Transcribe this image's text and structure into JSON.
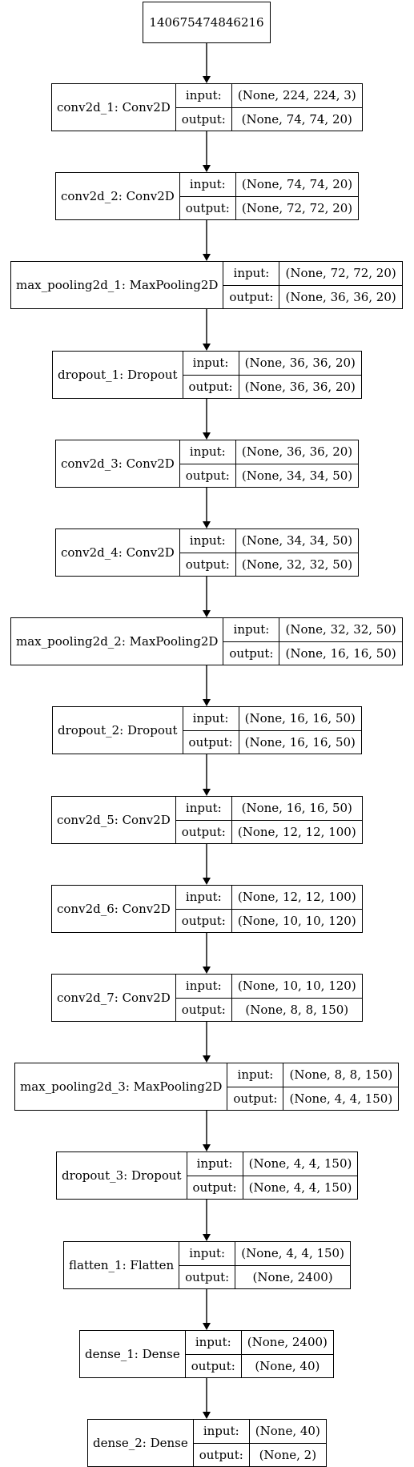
{
  "root_label": "140675474846216",
  "port_labels": {
    "input": "input:",
    "output": "output:"
  },
  "layers": [
    {
      "name": "conv2d_1: Conv2D",
      "input": "(None, 224, 224, 3)",
      "output": "(None, 74, 74, 20)"
    },
    {
      "name": "conv2d_2: Conv2D",
      "input": "(None, 74, 74, 20)",
      "output": "(None, 72, 72, 20)"
    },
    {
      "name": "max_pooling2d_1: MaxPooling2D",
      "input": "(None, 72, 72, 20)",
      "output": "(None, 36, 36, 20)"
    },
    {
      "name": "dropout_1: Dropout",
      "input": "(None, 36, 36, 20)",
      "output": "(None, 36, 36, 20)"
    },
    {
      "name": "conv2d_3: Conv2D",
      "input": "(None, 36, 36, 20)",
      "output": "(None, 34, 34, 50)"
    },
    {
      "name": "conv2d_4: Conv2D",
      "input": "(None, 34, 34, 50)",
      "output": "(None, 32, 32, 50)"
    },
    {
      "name": "max_pooling2d_2: MaxPooling2D",
      "input": "(None, 32, 32, 50)",
      "output": "(None, 16, 16, 50)"
    },
    {
      "name": "dropout_2: Dropout",
      "input": "(None, 16, 16, 50)",
      "output": "(None, 16, 16, 50)"
    },
    {
      "name": "conv2d_5: Conv2D",
      "input": "(None, 16, 16, 50)",
      "output": "(None, 12, 12, 100)"
    },
    {
      "name": "conv2d_6: Conv2D",
      "input": "(None, 12, 12, 100)",
      "output": "(None, 10, 10, 120)"
    },
    {
      "name": "conv2d_7: Conv2D",
      "input": "(None, 10, 10, 120)",
      "output": "(None, 8, 8, 150)"
    },
    {
      "name": "max_pooling2d_3: MaxPooling2D",
      "input": "(None, 8, 8, 150)",
      "output": "(None, 4, 4, 150)"
    },
    {
      "name": "dropout_3: Dropout",
      "input": "(None, 4, 4, 150)",
      "output": "(None, 4, 4, 150)"
    },
    {
      "name": "flatten_1: Flatten",
      "input": "(None, 4, 4, 150)",
      "output": "(None, 2400)"
    },
    {
      "name": "dense_1: Dense",
      "input": "(None, 2400)",
      "output": "(None, 40)"
    },
    {
      "name": "dense_2: Dense",
      "input": "(None, 40)",
      "output": "(None, 2)"
    }
  ]
}
